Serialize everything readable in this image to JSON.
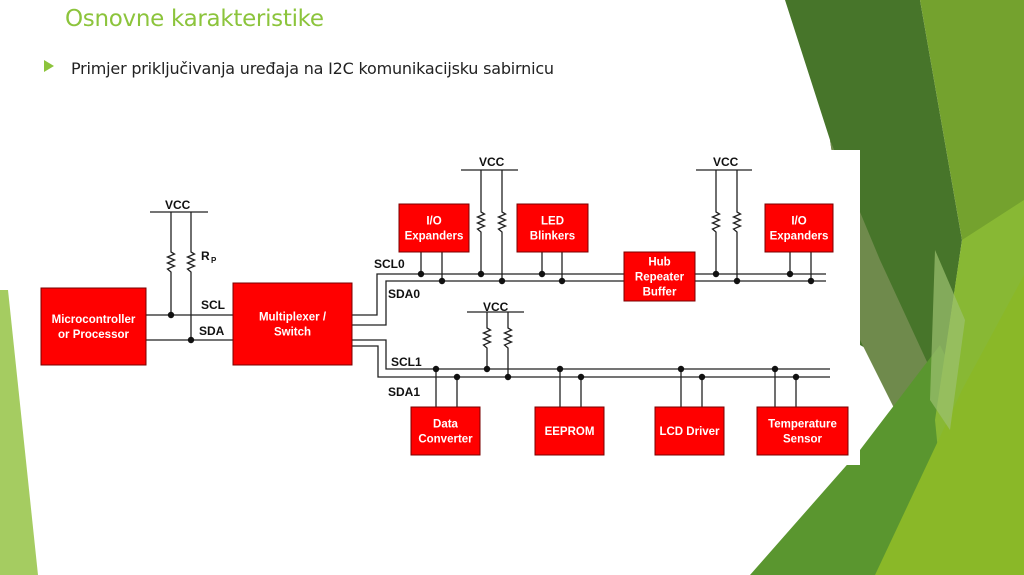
{
  "slide": {
    "title": "Osnovne karakteristike",
    "bullet": "Primjer priključivanja uređaja na I2C komunikacijsku sabirnicu"
  },
  "colors": {
    "accent": "#8cc43c",
    "box": "#ff0000"
  },
  "diagram": {
    "vcc": "VCC",
    "rp": "R",
    "rp_sub": "P",
    "signals": {
      "scl": "SCL",
      "sda": "SDA",
      "scl0": "SCL0",
      "sda0": "SDA0",
      "scl1": "SCL1",
      "sda1": "SDA1"
    },
    "blocks": {
      "mcu": [
        "Microcontroller",
        "or Processor"
      ],
      "mux": [
        "Multiplexer /",
        "Switch"
      ],
      "io1": [
        "I/O",
        "Expanders"
      ],
      "led": [
        "LED",
        "Blinkers"
      ],
      "hub": [
        "Hub",
        "Repeater",
        "Buffer"
      ],
      "io2": [
        "I/O",
        "Expanders"
      ],
      "dc": [
        "Data",
        "Converter"
      ],
      "eeprom": [
        "EEPROM"
      ],
      "lcd": [
        "LCD Driver"
      ],
      "temp": [
        "Temperature",
        "Sensor"
      ]
    }
  }
}
